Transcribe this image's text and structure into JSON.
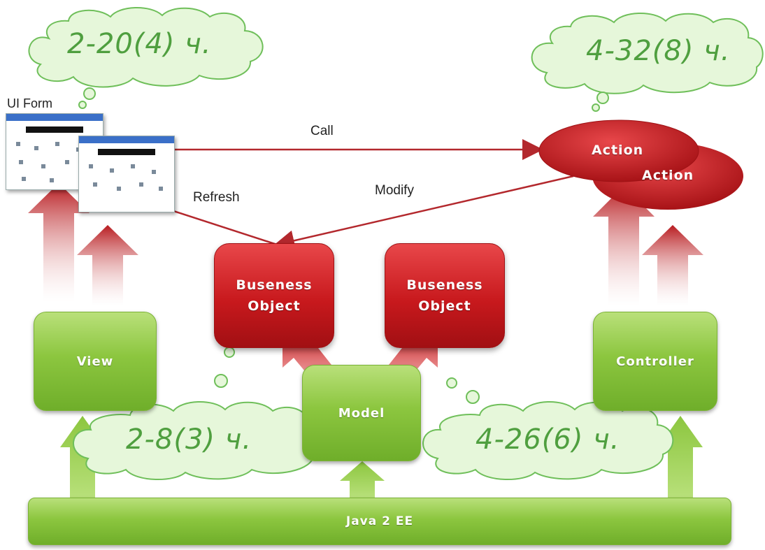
{
  "clouds": {
    "top_left": "2-20(4) ч.",
    "top_right": "4-32(8) ч.",
    "bottom_left": "2-8(3) ч.",
    "bottom_right": "4-26(6) ч."
  },
  "labels": {
    "ui_form": "UI Form",
    "call": "Call",
    "refresh": "Refresh",
    "modify": "Modify",
    "action_front": "Action",
    "action_back": "Action"
  },
  "boxes": {
    "view": "View",
    "controller": "Controller",
    "model": "Model",
    "java_ee": "Java 2 EE",
    "business_object_1": [
      "Buseness",
      "Object"
    ],
    "business_object_2": [
      "Buseness",
      "Object"
    ]
  },
  "colors": {
    "green": "#8cc63f",
    "red": "#c8191d",
    "cloud_fill": "#e6f7da",
    "cloud_text": "#4f9f3f",
    "arrow_red": "#b3282d"
  }
}
